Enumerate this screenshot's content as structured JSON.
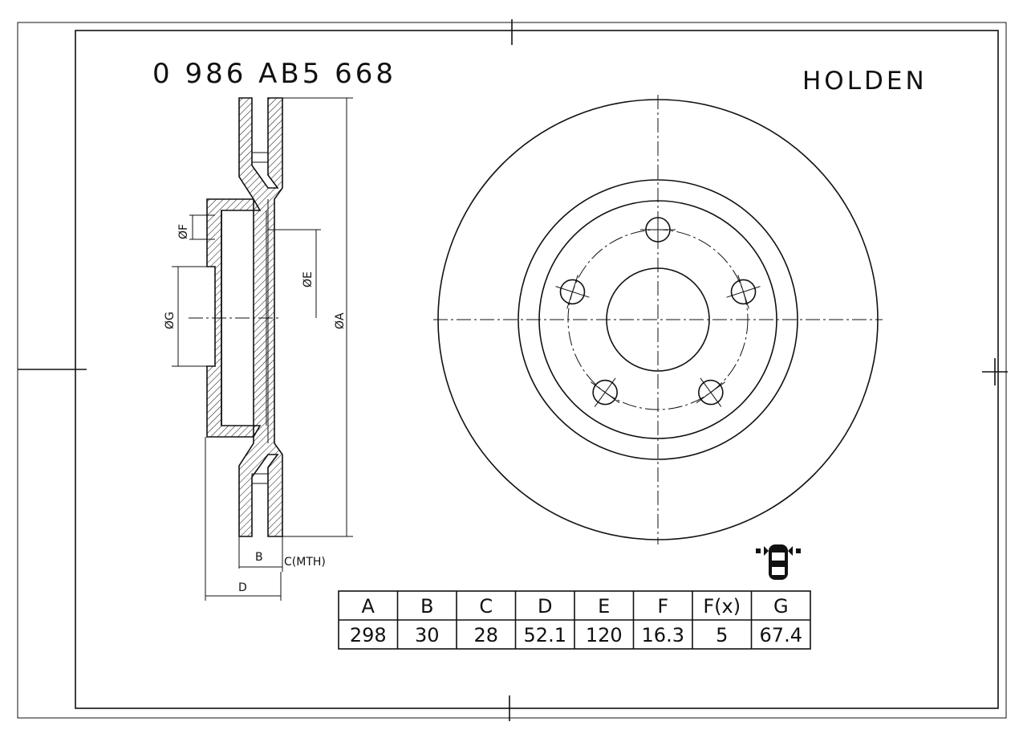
{
  "part_number": "0 986 AB5 668",
  "brand": "HOLDEN",
  "dimension_labels": {
    "f": "ØF",
    "g": "ØG",
    "e": "ØE",
    "a": "ØA",
    "b": "B",
    "c": "C(MTH)",
    "d": "D"
  },
  "spec_table": {
    "headers": [
      "A",
      "B",
      "C",
      "D",
      "E",
      "F",
      "F(x)",
      "G"
    ],
    "values": [
      "298",
      "30",
      "28",
      "52.1",
      "120",
      "16.3",
      "5",
      "67.4"
    ]
  },
  "bolt_holes": 5,
  "icons": {
    "axle": "car-axle-position-icon"
  }
}
